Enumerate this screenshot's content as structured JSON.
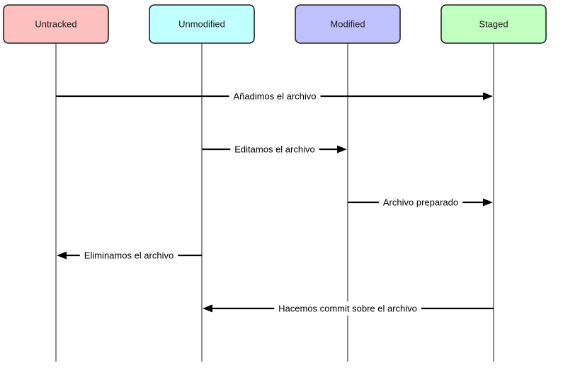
{
  "participants": [
    {
      "id": "untracked",
      "label": "Untracked",
      "color": "#ffc0c0"
    },
    {
      "id": "unmodified",
      "label": "Unmodified",
      "color": "#c0ffff"
    },
    {
      "id": "modified",
      "label": "Modified",
      "color": "#c0c0ff"
    },
    {
      "id": "staged",
      "label": "Staged",
      "color": "#c0ffc0"
    }
  ],
  "messages": [
    {
      "from": "untracked",
      "to": "staged",
      "label": "Añadimos el archivo"
    },
    {
      "from": "unmodified",
      "to": "modified",
      "label": "Editamos el archivo"
    },
    {
      "from": "modified",
      "to": "staged",
      "label": "Archivo preparado"
    },
    {
      "from": "unmodified",
      "to": "untracked",
      "label": "Eliminamos el archivo"
    },
    {
      "from": "staged",
      "to": "unmodified",
      "label": "Hacemos commit sobre el archivo"
    }
  ]
}
